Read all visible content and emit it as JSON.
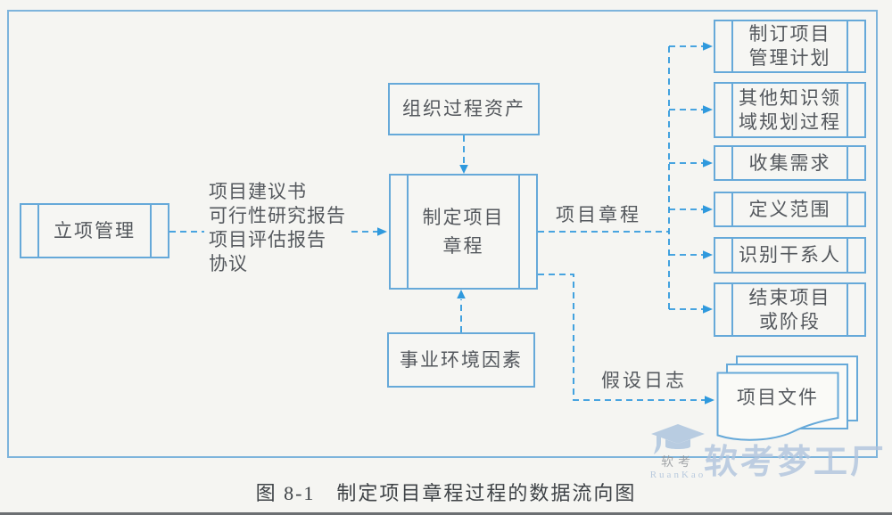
{
  "colors": {
    "box_border": "#66a9d9",
    "connector": "#2f99dd",
    "box_text": "#54585d",
    "caption_text": "#3f4347",
    "watermark": "#b0c4dd"
  },
  "diagram": {
    "left_box": {
      "label": "立项管理"
    },
    "input_label": "项目建议书\n可行性研究报告\n项目评估报告\n协议",
    "top_box": {
      "label": "组织过程资产"
    },
    "center_box": {
      "label": "制定项目\n章程"
    },
    "bottom_box": {
      "label": "事业环境因素"
    },
    "charter_flow_label": "项目章程",
    "assumption_flow_label": "假设日志",
    "output_boxes": [
      {
        "label": "制订项目\n管理计划"
      },
      {
        "label": "其他知识领\n域规划过程"
      },
      {
        "label": "收集需求"
      },
      {
        "label": "定义范围"
      },
      {
        "label": "识别干系人"
      },
      {
        "label": "结束项目\n或阶段"
      }
    ],
    "document_stack": {
      "label": "项目文件"
    }
  },
  "caption": "图 8-1　制定项目章程过程的数据流向图",
  "watermark": {
    "logo_text": "软考",
    "logo_subtext": "RuanKao",
    "brand_text": "软考梦工厂"
  }
}
